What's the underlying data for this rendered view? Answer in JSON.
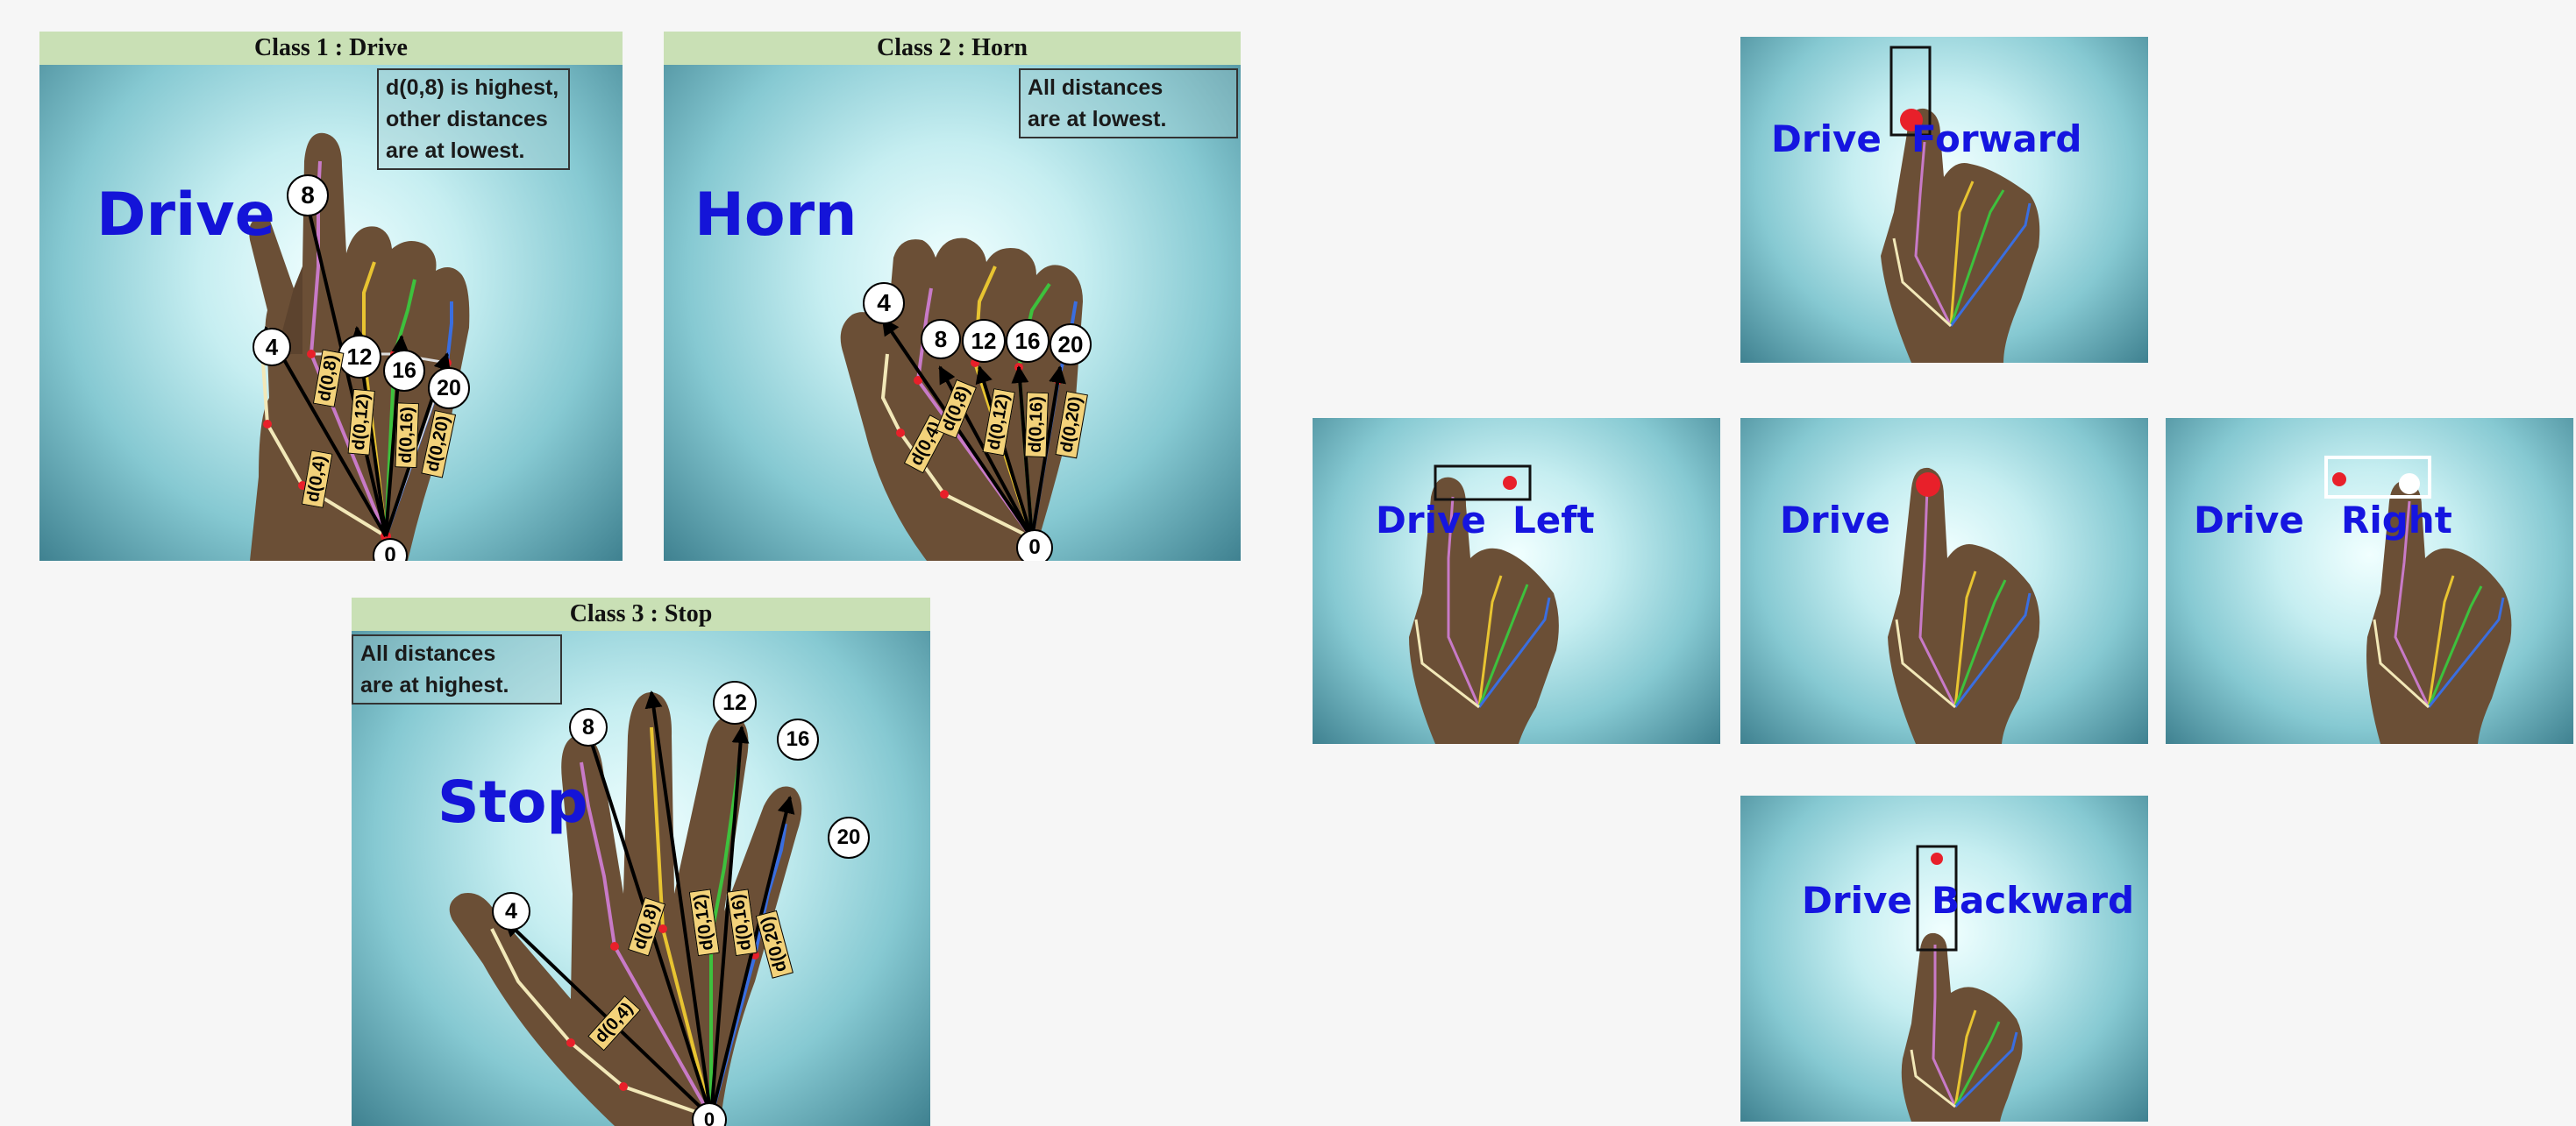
{
  "class1": {
    "header": "Class 1 :  Drive",
    "word": "Drive",
    "note_line1": "d(0,8) is highest,",
    "note_line2": "other distances",
    "note_line3": "are at lowest.",
    "tip_labels": [
      "8",
      "4",
      "12",
      "16",
      "20",
      "0"
    ],
    "dist_labels": [
      "d(0,4)",
      "d(0,8)",
      "d(0,12)",
      "d(0,16)",
      "d(0,20)"
    ]
  },
  "class2": {
    "header": "Class 2 :  Horn",
    "word": "Horn",
    "note_line1": "All distances",
    "note_line2": "are at lowest.",
    "tip_labels": [
      "4",
      "8",
      "12",
      "16",
      "20",
      "0"
    ],
    "dist_labels": [
      "d(0,4)",
      "d(0,8)",
      "d(0,12)",
      "d(0,16)",
      "d(0,20)"
    ]
  },
  "class3": {
    "header": "Class 3 :  Stop",
    "word": "Stop",
    "note_line1": "All distances",
    "note_line2": "are at highest.",
    "tip_labels": [
      "8",
      "12",
      "16",
      "20",
      "4",
      "0"
    ],
    "dist_labels": [
      "d(0,4)",
      "d(0,8)",
      "d(0,12)",
      "d(0,16)",
      "d(0,20)"
    ]
  },
  "directions": {
    "forward": {
      "word1": "Drive",
      "word2": "Forward"
    },
    "left": {
      "word1": "Drive",
      "word2": "Left"
    },
    "center": {
      "word1": "Drive"
    },
    "right": {
      "word1": "Drive",
      "word2": "Right"
    },
    "backward": {
      "word1": "Drive",
      "word2": "Backward"
    }
  },
  "colors": {
    "label_text": "#1414d8",
    "header_bg": "#c9e0b5",
    "marker_red": "#e8202a",
    "dist_box": "#f3d27a"
  }
}
